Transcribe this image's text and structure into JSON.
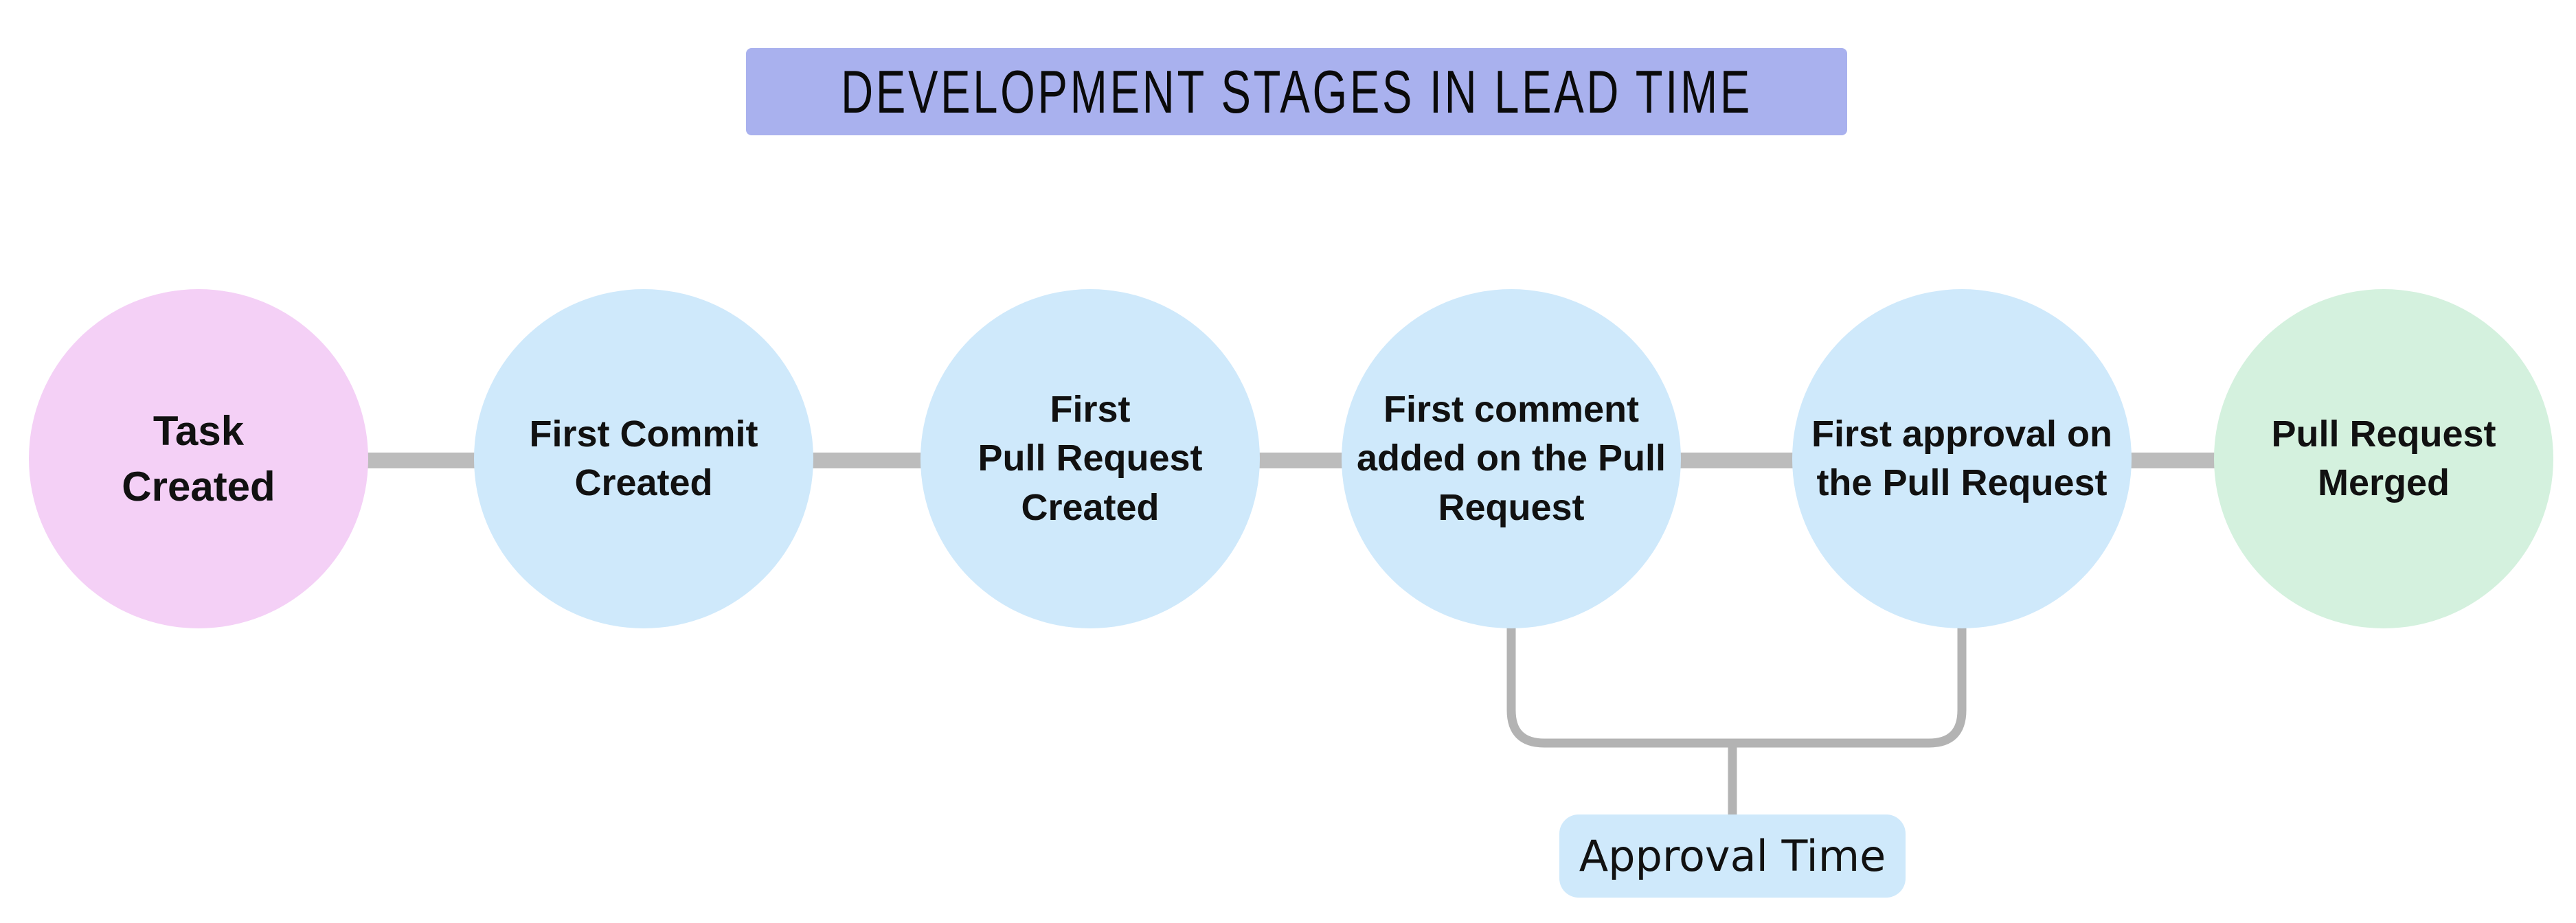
{
  "diagram": {
    "title": "DEVELOPMENT STAGES IN LEAD TIME",
    "stages": [
      {
        "label": "Task\nCreated",
        "color": "#f4d0f6",
        "role": "start"
      },
      {
        "label": "First Commit\nCreated",
        "color": "#cfe9fb",
        "role": "stage"
      },
      {
        "label": "First\nPull Request\nCreated",
        "color": "#cfe9fb",
        "role": "stage"
      },
      {
        "label": "First comment\nadded on the Pull\nRequest",
        "color": "#cfe9fb",
        "role": "stage"
      },
      {
        "label": "First approval on\nthe Pull Request",
        "color": "#cfe9fb",
        "role": "stage"
      },
      {
        "label": "Pull Request\nMerged",
        "color": "#d4f1de",
        "role": "end"
      }
    ],
    "annotation": {
      "label": "Approval Time",
      "bg": "#cfe9fb",
      "from": "First comment added on the Pull Request",
      "to": "First approval on the Pull Request"
    },
    "colors": {
      "background": "#ffffff",
      "title_bg": "#a9b1ee",
      "connector": "#bcbcbc",
      "bracket": "#b3b3b3",
      "text": "#111111"
    }
  }
}
